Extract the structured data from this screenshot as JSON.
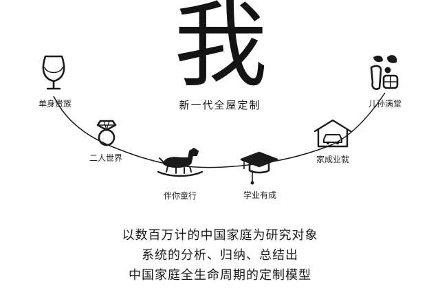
{
  "header": {
    "logo_char": "我",
    "subtitle": "新一代全屋定制"
  },
  "stages": [
    {
      "id": "wine",
      "label": "单身贵族",
      "icon": "wine-glass-icon"
    },
    {
      "id": "ring",
      "label": "二人世界",
      "icon": "diamond-ring-icon"
    },
    {
      "id": "horse",
      "label": "伴你童行",
      "icon": "rocking-horse-icon"
    },
    {
      "id": "cap",
      "label": "学业有成",
      "icon": "graduation-cap-icon"
    },
    {
      "id": "car",
      "label": "家成业就",
      "icon": "house-car-icon"
    },
    {
      "id": "fu",
      "label": "儿孙满堂",
      "icon": "fu-blessing-icon"
    }
  ],
  "body": {
    "lines": [
      "以数百万计的中国家庭为研究对象",
      "系统的分析、归纳、总结出",
      "中国家庭全生命周期的定制模型"
    ]
  },
  "colors": {
    "ink": "#1a1a1a",
    "background": "#ffffff"
  }
}
